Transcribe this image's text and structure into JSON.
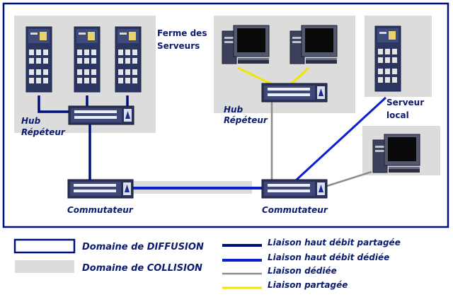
{
  "labels": {
    "ferme": "Ferme des",
    "serveurs": "Serveurs",
    "hub1_line1": "Hub",
    "hub1_line2": "Répéteur",
    "hub2_line1": "Hub",
    "hub2_line2": "Répéteur",
    "serveur_local_line1": "Serveur",
    "serveur_local_line2": "local",
    "commutateur1": "Commutateur",
    "commutateur2": "Commutateur"
  },
  "legend": {
    "domaine_diffusion": "Domaine de DIFFUSION",
    "domaine_collision": "Domaine de COLLISION",
    "liaison_hd_partagee": "Liaison haut débit partagée",
    "liaison_hd_dediee": "Liaison haut débit dédiée",
    "liaison_dediee": "Liaison dédiée",
    "liaison_partagee": "Liaison partagée"
  },
  "colors": {
    "navy": "#00107a",
    "blue": "#0a1fd0",
    "gray": "#8c8c8c",
    "yellow": "#f2e600",
    "collision": "#dcdcdc"
  }
}
